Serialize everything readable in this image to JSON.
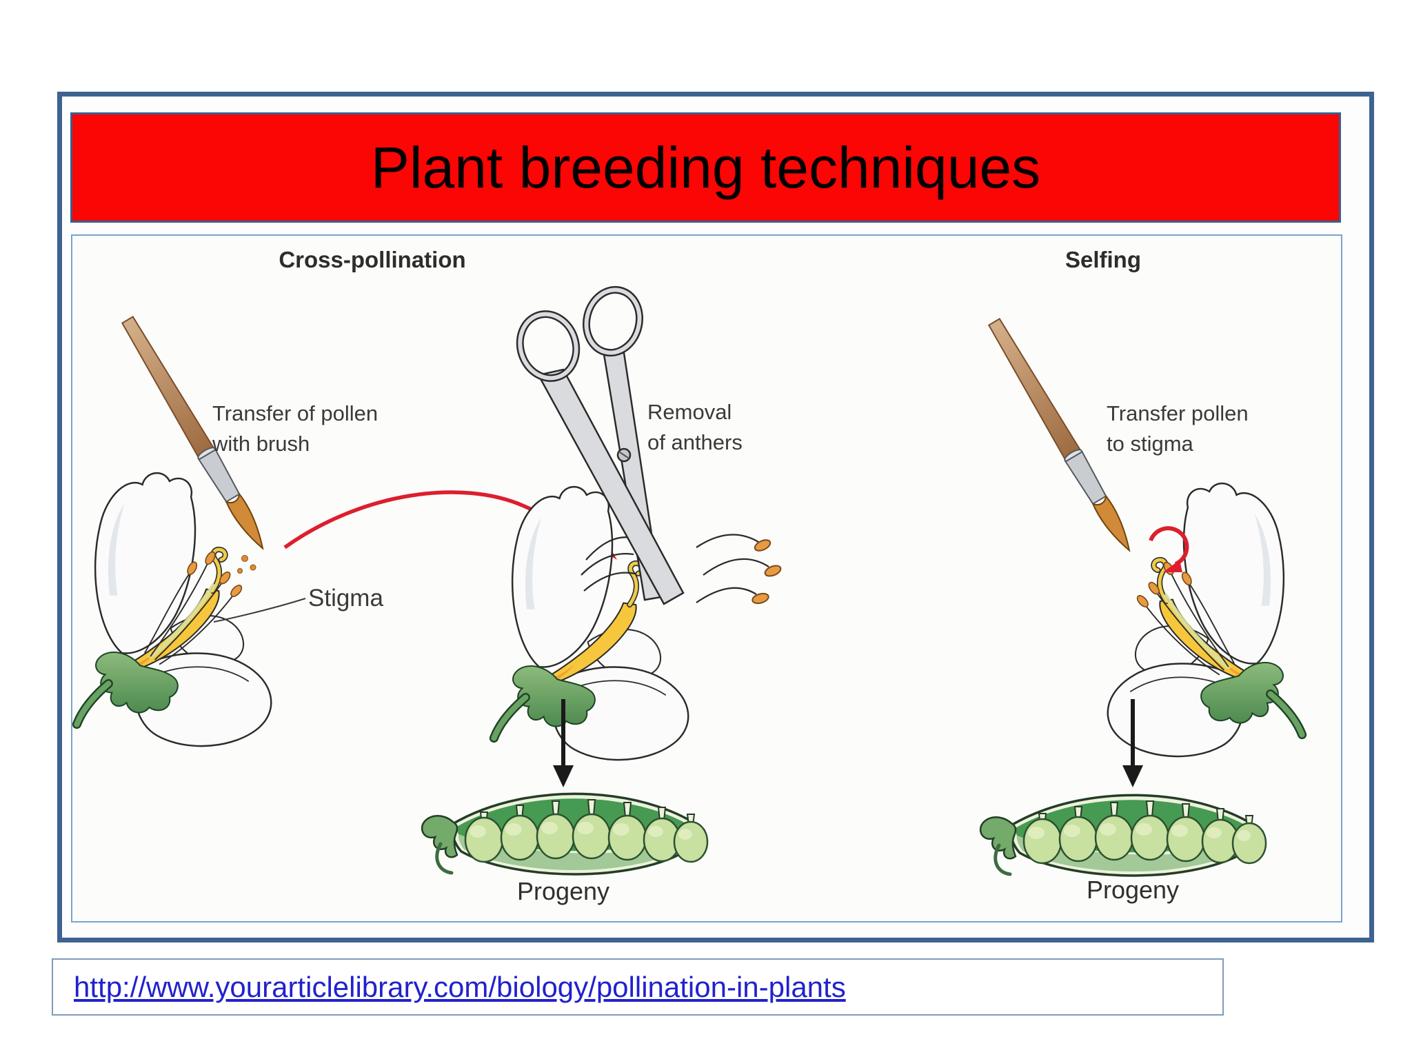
{
  "slide": {
    "title": "Plant breeding techniques",
    "source_link": "http://www.yourarticlelibrary.com/biology/pollination-in-plants"
  },
  "figure": {
    "column_headings": {
      "left": "Cross-pollination",
      "right": "Selfing"
    },
    "annotations": {
      "transfer_brush": [
        "Transfer of pollen",
        "with brush"
      ],
      "removal_anthers": [
        "Removal",
        "of anthers"
      ],
      "stigma": "Stigma",
      "transfer_stigma": [
        "Transfer pollen",
        "to stigma"
      ],
      "progeny_left": "Progeny",
      "progeny_right": "Progeny"
    },
    "icons": {
      "left_tool": "paintbrush-icon",
      "middle_tool": "scissors-icon",
      "right_tool": "paintbrush-icon",
      "cross_pollination_arrow": "red-curved-transfer-arrow",
      "selfing_arrow": "red-self-loop-arrow",
      "progeny_arrows": "black-down-arrow",
      "flowers": "pea-flower-illustration",
      "pods": "pea-pod-illustration"
    },
    "colors": {
      "title_background": "#FB0505",
      "outer_border": "#3D6390",
      "panel_border": "#79A3CC",
      "link_text": "#2121CE",
      "red_arrow": "#DC1F2E",
      "pod_dark_green": "#479A52",
      "pod_front_green": "#A2C997",
      "pea_green": "#C8E0A0",
      "pistil_yellow": "#F6C73C",
      "anther_orange": "#E89A40",
      "label_text": "#3A3A3A"
    }
  }
}
